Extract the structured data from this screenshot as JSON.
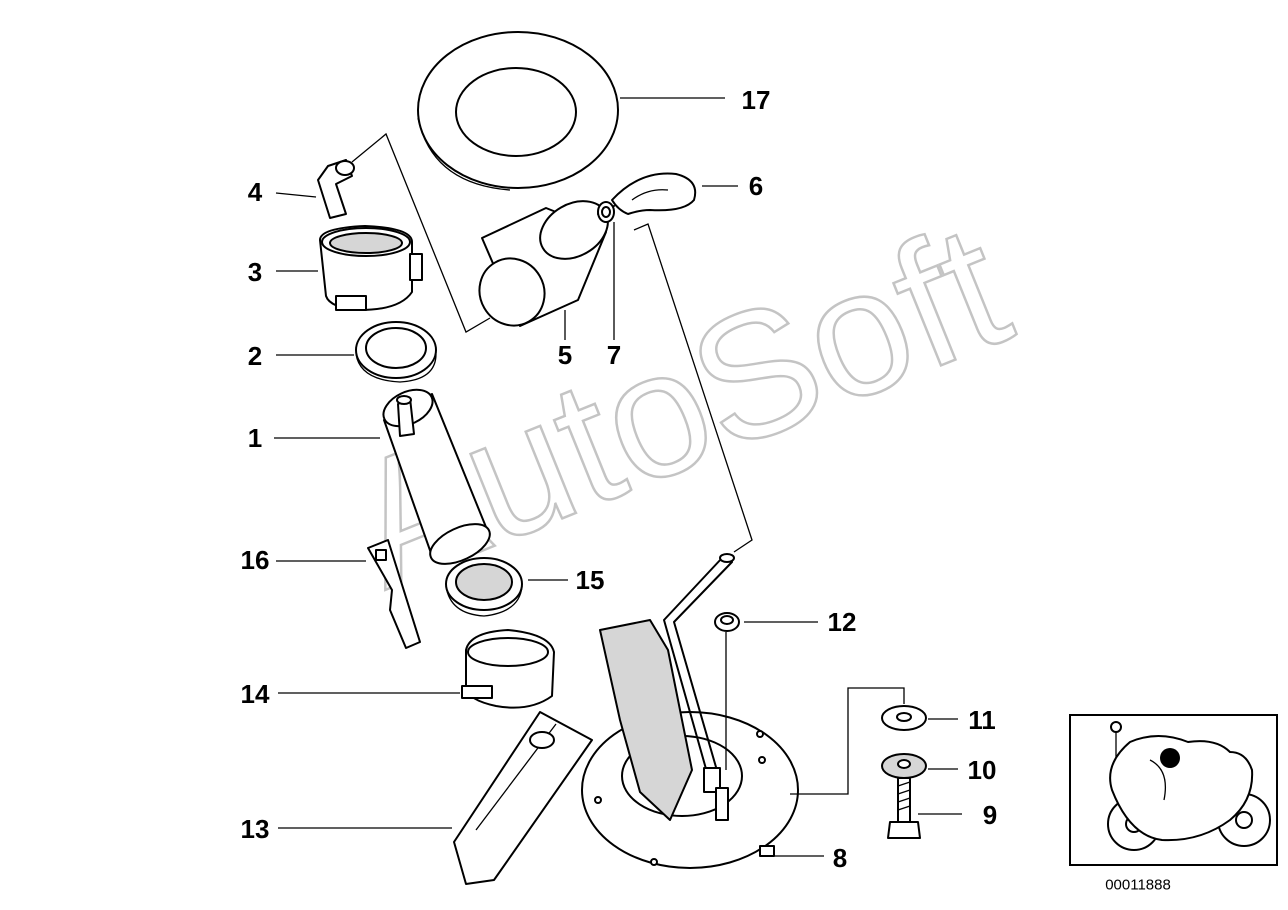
{
  "watermark": "AutoSoft",
  "diagram_id": "00011888",
  "callouts": [
    {
      "id": "17",
      "label": "17"
    },
    {
      "id": "6",
      "label": "6"
    },
    {
      "id": "4",
      "label": "4"
    },
    {
      "id": "3",
      "label": "3"
    },
    {
      "id": "5",
      "label": "5"
    },
    {
      "id": "7",
      "label": "7"
    },
    {
      "id": "2",
      "label": "2"
    },
    {
      "id": "1",
      "label": "1"
    },
    {
      "id": "16",
      "label": "16"
    },
    {
      "id": "15",
      "label": "15"
    },
    {
      "id": "12",
      "label": "12"
    },
    {
      "id": "14",
      "label": "14"
    },
    {
      "id": "11",
      "label": "11"
    },
    {
      "id": "10",
      "label": "10"
    },
    {
      "id": "9",
      "label": "9"
    },
    {
      "id": "13",
      "label": "13"
    },
    {
      "id": "8",
      "label": "8"
    }
  ],
  "colors": {
    "line": "#000000",
    "watermark": "#c4c4c4",
    "background": "#ffffff"
  }
}
